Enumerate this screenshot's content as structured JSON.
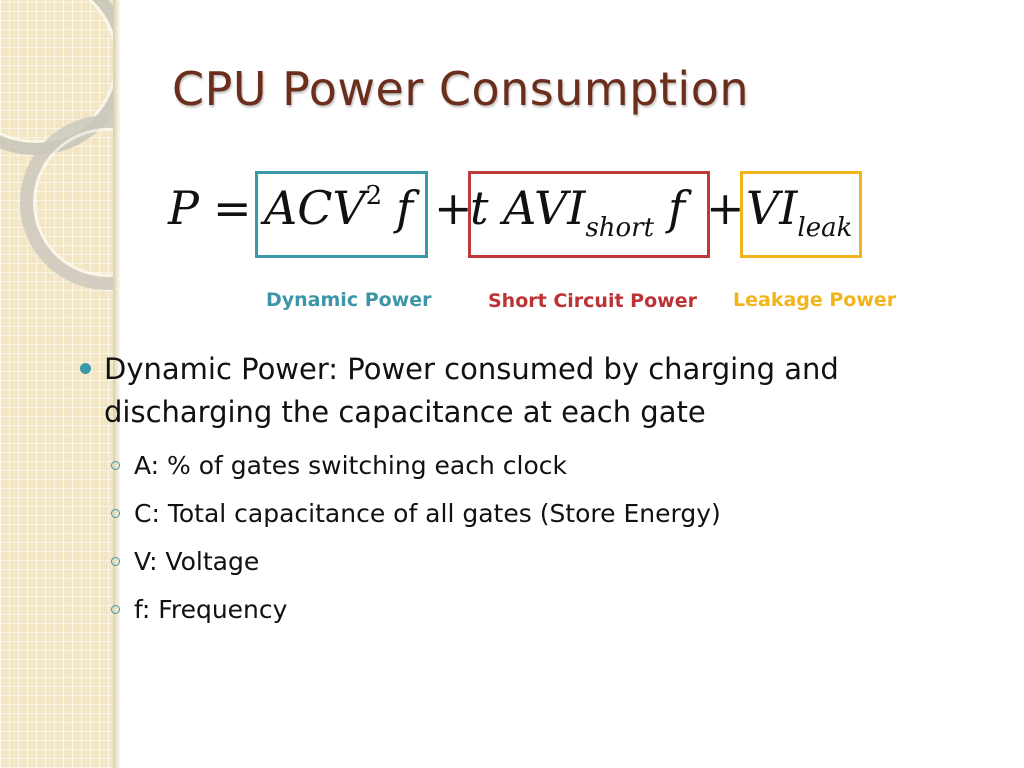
{
  "slide": {
    "title": "CPU Power Consumption",
    "formula": {
      "lhs": "P",
      "equals": "=",
      "dynamic_term": "ACV",
      "dynamic_exp": "2",
      "dynamic_f": "f",
      "plus_1": "+",
      "short_term": "t AVI",
      "short_sub": "short",
      "short_f": "f",
      "plus_2": "+",
      "leak_term": "VI",
      "leak_sub": "leak"
    },
    "term_labels": {
      "dynamic": "Dynamic Power",
      "short_circuit": "Short Circuit Power",
      "leakage": "Leakage Power"
    },
    "bullet": {
      "text": "Dynamic Power: Power consumed by charging and discharging the capacitance at each gate",
      "sub_items": [
        "A: % of gates switching each clock",
        "C: Total capacitance of all gates (Store Energy)",
        "V: Voltage",
        "f: Frequency"
      ]
    },
    "colors": {
      "title": "#6b2e1d",
      "dynamic": "#3a98a8",
      "short_circuit": "#c0393a",
      "leakage": "#f2b41c"
    }
  }
}
